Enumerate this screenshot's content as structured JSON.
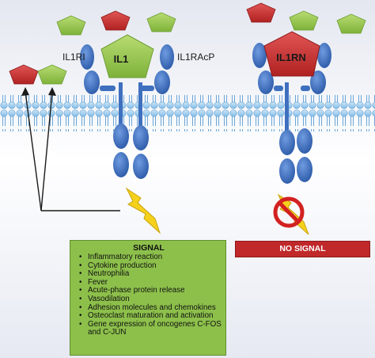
{
  "labels": {
    "receptor_left": "IL1RI",
    "ligand": "IL1",
    "receptor_right": "IL1RAcP",
    "antagonist": "IL1RN"
  },
  "signal_box": {
    "title": "SIGNAL",
    "items": [
      "Inflammatory reaction",
      "Cytokine production",
      "Neutrophilia",
      "Fever",
      "Acute-phase protein release",
      "Vasodilation",
      "Adhesion molecules and chemokines",
      "Osteoclast maturation and activation",
      "Gene expression of oncogenes C-FOS",
      "and C-JUN"
    ]
  },
  "no_signal_box": {
    "label": "NO SIGNAL"
  },
  "colors": {
    "ligand_green": "#9acd46",
    "antagonist_red": "#c93030",
    "receptor_blue": "#3f72c0",
    "membrane_blue": "#8fc6ea",
    "bolt_yellow": "#f5d11c",
    "signal_box_green": "#8dc04b",
    "no_signal_red": "#c0282a"
  }
}
